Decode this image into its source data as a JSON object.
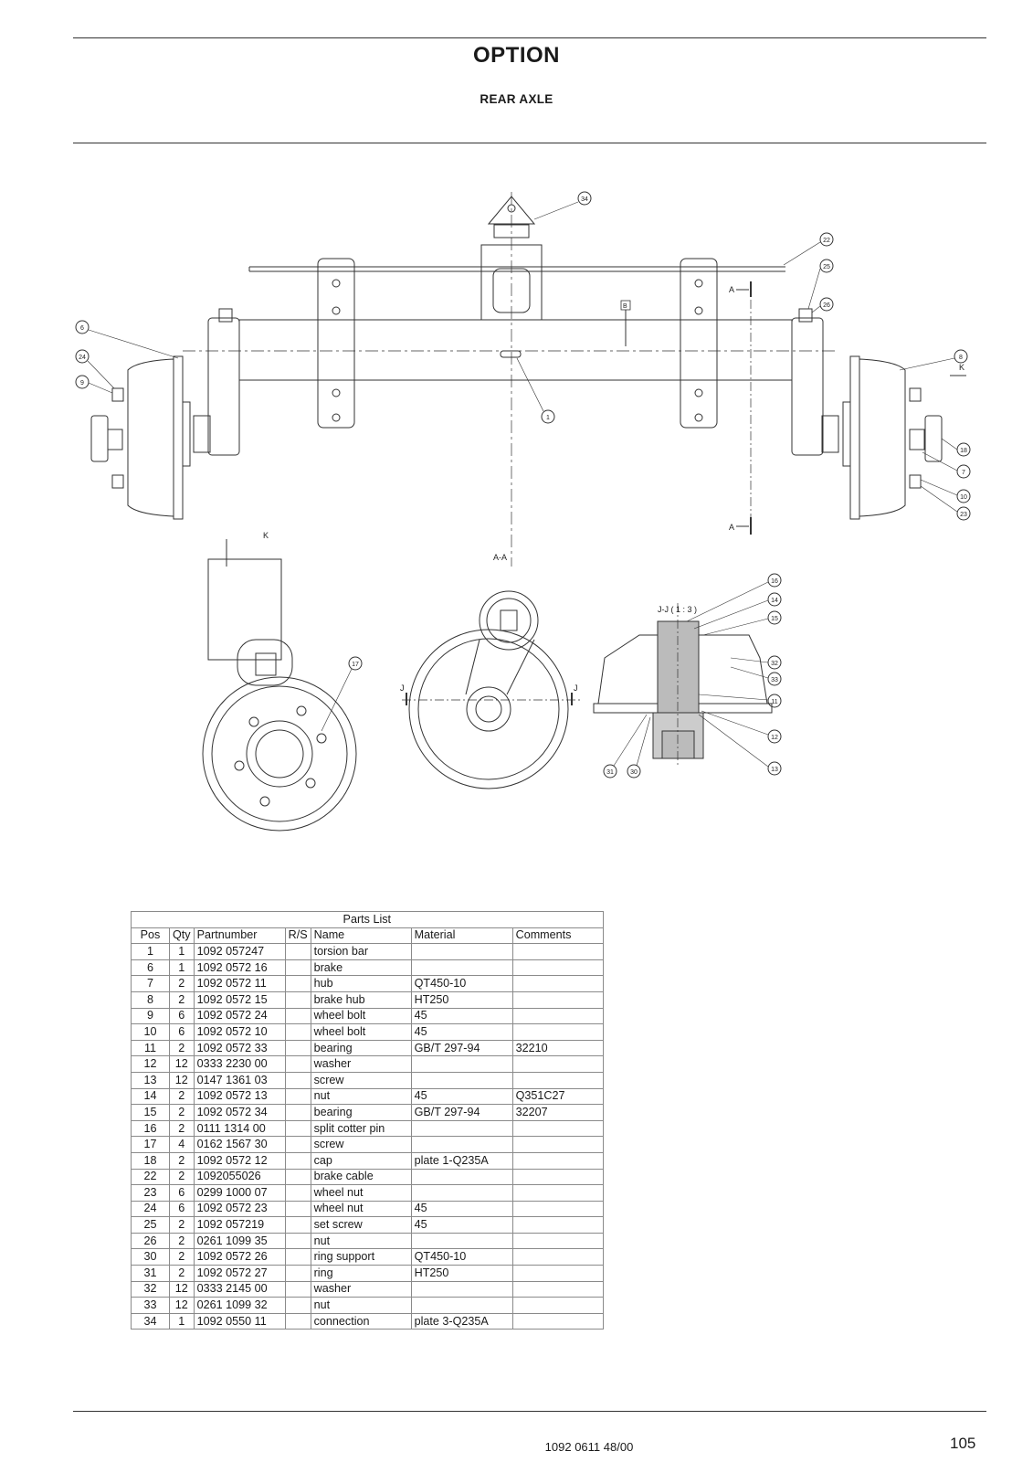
{
  "header": {
    "title": "OPTION",
    "subtitle": "REAR AXLE"
  },
  "drawing": {
    "views": {
      "k": "K",
      "aa": "A-A",
      "jj": "J-J  ( 1 : 3 )"
    },
    "section_marks": {
      "a": "A",
      "j": "J",
      "k": "K",
      "b": "B"
    },
    "callouts": [
      "34",
      "22",
      "25",
      "26",
      "6",
      "24",
      "9",
      "8",
      "18",
      "7",
      "10",
      "23",
      "1",
      "17",
      "16",
      "14",
      "15",
      "32",
      "33",
      "11",
      "12",
      "13",
      "31",
      "30"
    ]
  },
  "parts_list": {
    "title": "Parts List",
    "columns": [
      "Pos",
      "Qty",
      "Partnumber",
      "R/S",
      "Name",
      "Material",
      "Comments"
    ],
    "rows": [
      [
        "1",
        "1",
        "1092 057247",
        "",
        "torsion bar",
        "",
        ""
      ],
      [
        "6",
        "1",
        "1092 0572 16",
        "",
        "brake",
        "",
        ""
      ],
      [
        "7",
        "2",
        "1092 0572 11",
        "",
        "hub",
        "QT450-10",
        ""
      ],
      [
        "8",
        "2",
        "1092 0572 15",
        "",
        "brake hub",
        "HT250",
        ""
      ],
      [
        "9",
        "6",
        "1092 0572 24",
        "",
        "wheel bolt",
        "45",
        ""
      ],
      [
        "10",
        "6",
        "1092 0572 10",
        "",
        "wheel bolt",
        "45",
        ""
      ],
      [
        "11",
        "2",
        "1092 0572 33",
        "",
        "bearing",
        "GB/T 297-94",
        "32210"
      ],
      [
        "12",
        "12",
        "0333 2230 00",
        "",
        "washer",
        "",
        ""
      ],
      [
        "13",
        "12",
        "0147 1361 03",
        "",
        "screw",
        "",
        ""
      ],
      [
        "14",
        "2",
        "1092 0572 13",
        "",
        "nut",
        "45",
        "Q351C27"
      ],
      [
        "15",
        "2",
        "1092 0572 34",
        "",
        "bearing",
        "GB/T 297-94",
        "32207"
      ],
      [
        "16",
        "2",
        "0111 1314 00",
        "",
        "split cotter pin",
        "",
        ""
      ],
      [
        "17",
        "4",
        "0162 1567 30",
        "",
        "screw",
        "",
        ""
      ],
      [
        "18",
        "2",
        "1092 0572 12",
        "",
        "cap",
        "plate 1-Q235A",
        ""
      ],
      [
        "22",
        "2",
        "1092055026",
        "",
        "brake cable",
        "",
        ""
      ],
      [
        "23",
        "6",
        "0299 1000 07",
        "",
        "wheel nut",
        "",
        ""
      ],
      [
        "24",
        "6",
        "1092 0572 23",
        "",
        "wheel nut",
        "45",
        ""
      ],
      [
        "25",
        "2",
        "1092 057219",
        "",
        "set screw",
        "45",
        ""
      ],
      [
        "26",
        "2",
        "0261 1099 35",
        "",
        "nut",
        "",
        ""
      ],
      [
        "30",
        "2",
        "1092 0572 26",
        "",
        "ring support",
        "QT450-10",
        ""
      ],
      [
        "31",
        "2",
        "1092 0572 27",
        "",
        "ring",
        "HT250",
        ""
      ],
      [
        "32",
        "12",
        "0333 2145 00",
        "",
        "washer",
        "",
        ""
      ],
      [
        "33",
        "12",
        "0261 1099 32",
        "",
        "nut",
        "",
        ""
      ],
      [
        "34",
        "1",
        "1092 0550 11",
        "",
        "connection",
        "plate 3-Q235A",
        ""
      ]
    ]
  },
  "footer": {
    "doc_number": "1092 0611 48/00",
    "page": "105"
  }
}
